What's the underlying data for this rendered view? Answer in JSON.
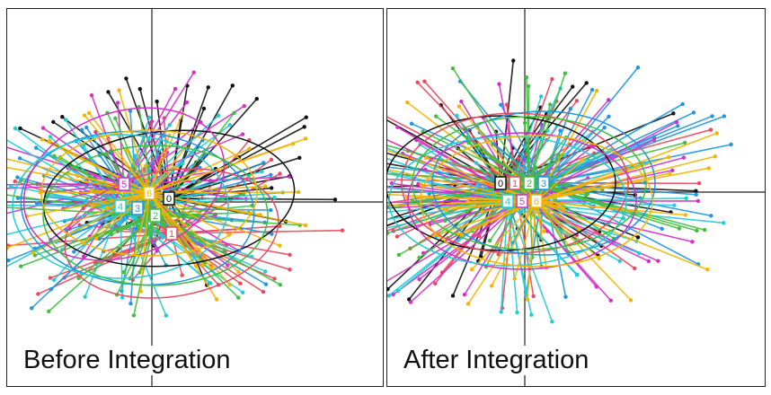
{
  "chart_data": [
    {
      "type": "scatter",
      "subtype": "star-class-plot",
      "title": "Before Integration",
      "grid": false,
      "axes": "crosshair",
      "classes": [
        {
          "label": "0",
          "color": "#111111"
        },
        {
          "label": "1",
          "color": "#e84a5f"
        },
        {
          "label": "2",
          "color": "#3fbf3f"
        },
        {
          "label": "3",
          "color": "#2196e0"
        },
        {
          "label": "4",
          "color": "#22ccd6"
        },
        {
          "label": "5",
          "color": "#d42fc8"
        },
        {
          "label": "6",
          "color": "#f5b400"
        }
      ]
    },
    {
      "type": "scatter",
      "subtype": "star-class-plot",
      "title": "After Integration",
      "grid": false,
      "axes": "crosshair",
      "classes": [
        {
          "label": "0",
          "color": "#111111"
        },
        {
          "label": "1",
          "color": "#e84a5f"
        },
        {
          "label": "2",
          "color": "#3fbf3f"
        },
        {
          "label": "3",
          "color": "#2196e0"
        },
        {
          "label": "4",
          "color": "#22ccd6"
        },
        {
          "label": "5",
          "color": "#d42fc8"
        },
        {
          "label": "6",
          "color": "#f5b400"
        }
      ]
    }
  ]
}
